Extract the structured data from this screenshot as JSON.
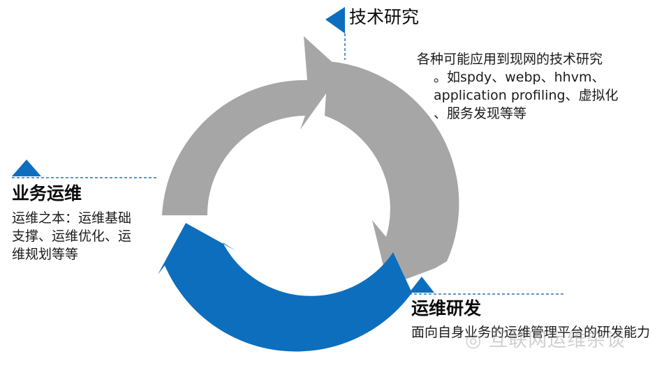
{
  "colors": {
    "gray_arrow": "#a6a6a6",
    "blue_arrow": "#0c6ebd",
    "marker": "#0c6ebd",
    "dashed_line": "#2a6fb8"
  },
  "sections": {
    "tech_research": {
      "title": "技术研究",
      "desc_lines": [
        "各种可能应用到现网的技术研究",
        "。如spdy、webp、hhvm、",
        "application profiling、虚拟化",
        "、服务发现等等"
      ]
    },
    "business_ops": {
      "title": "业务运维",
      "desc": "运维之本：运维基础支撑、运维优化、运维规划等等"
    },
    "ops_dev": {
      "title": "运维研发",
      "desc": "面向自身业务的运维管理平台的研发能力"
    }
  },
  "watermark": {
    "icon": "wechat-icon",
    "text": "互联网运维杂谈"
  }
}
